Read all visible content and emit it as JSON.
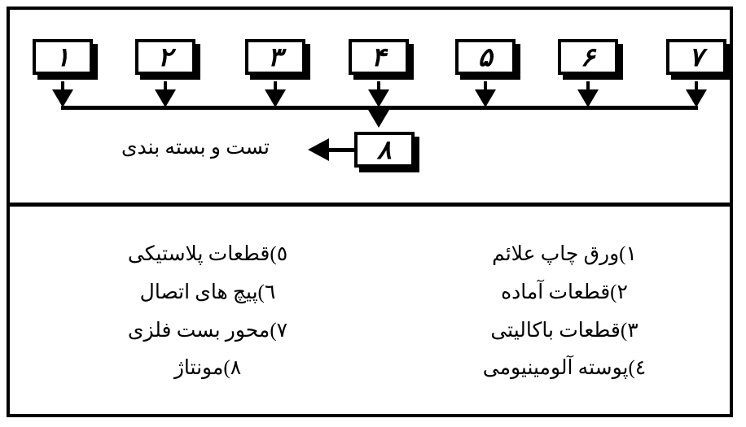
{
  "diagram": {
    "title_text_visible": false,
    "colors": {
      "ink": "#000000",
      "paper": "#ffffff"
    },
    "nodes": [
      {
        "id": "n1",
        "label": "۱"
      },
      {
        "id": "n2",
        "label": "۲"
      },
      {
        "id": "n3",
        "label": "۳"
      },
      {
        "id": "n4",
        "label": "۴"
      },
      {
        "id": "n5",
        "label": "۵"
      },
      {
        "id": "n6",
        "label": "۶"
      },
      {
        "id": "n7",
        "label": "۷"
      }
    ],
    "assembly_node": {
      "id": "n8",
      "label": "۸"
    },
    "output_label": "تست و بسته بندی"
  },
  "legend": {
    "right_column": [
      {
        "number": "١",
        "separator": ")",
        "text": "ورق چاپ علائم",
        "full": "١)ورق چاپ علائم"
      },
      {
        "number": "٢",
        "separator": ")",
        "text": "قطعات آماده",
        "full": "٢)قطعات آماده"
      },
      {
        "number": "٣",
        "separator": ")",
        "text": "قطعات باکالیتی",
        "full": "٣)قطعات باکالیتی"
      },
      {
        "number": "٤",
        "separator": ")",
        "text": "پوسته آلومینیومی",
        "full": "٤)پوسته آلومینیومی"
      }
    ],
    "left_column": [
      {
        "number": "٥",
        "separator": ")",
        "text": "قطعات پلاستیکی",
        "full": "٥)قطعات پلاستیکی"
      },
      {
        "number": "٦",
        "separator": ")",
        "text": "پیچ های اتصال",
        "full": "٦)پیچ های اتصال"
      },
      {
        "number": "٧",
        "separator": ")",
        "text": "محور بست فلزی",
        "full": "٧)محور بست فلزی"
      },
      {
        "number": "٨",
        "separator": ")",
        "text": "مونتاژ",
        "full": "٨)مونتاژ"
      }
    ]
  }
}
